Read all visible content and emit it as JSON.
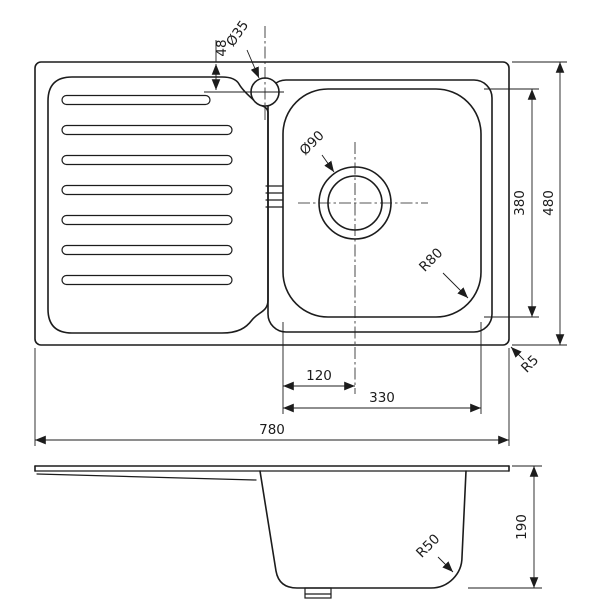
{
  "drawing": {
    "type": "technical-drawing-sink",
    "colors": {
      "line": "#1c1c1c",
      "background": "#ffffff"
    },
    "dims": {
      "tap_hole_diameter": "Ø35",
      "tap_hole_offset": "48",
      "drain_diameter": "Ø90",
      "bowl_length": "380",
      "overall_length": "480",
      "bowl_corner_radius": "R80",
      "edge_radius": "R5",
      "drain_offset": "120",
      "bowl_width": "330",
      "overall_width": "780",
      "bowl_depth": "190",
      "bowl_bottom_radius": "R50"
    }
  }
}
